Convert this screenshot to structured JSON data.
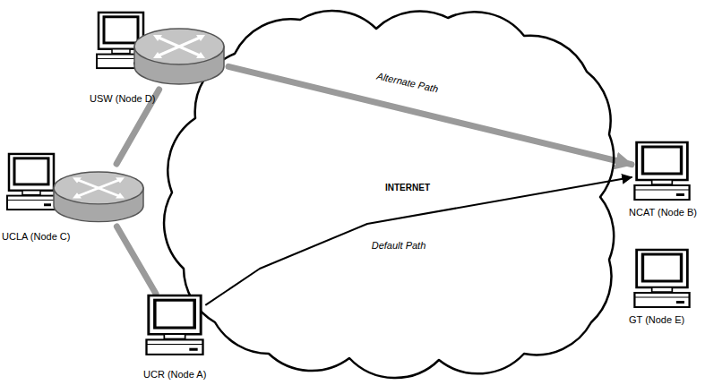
{
  "diagram": {
    "nodes": [
      {
        "text": [
          "USW (Node D)"
        ]
      },
      {
        "text": [
          "UCLA (Node C)"
        ]
      },
      {
        "text": [
          "INTERNET"
        ]
      },
      {
        "text": [
          "NCAT (Node B)"
        ]
      },
      {
        "text": [
          "GT (Node E)"
        ]
      },
      {
        "text": [
          "UCR (Node A)"
        ]
      }
    ],
    "edges": [
      {
        "from": 5,
        "to": 1,
        "arrow": "none"
      },
      {
        "from": 1,
        "to": 0,
        "arrow": "none"
      },
      {
        "from": 0,
        "to": 3,
        "label": "Alternate Path",
        "arrow": "to"
      },
      {
        "from": 5,
        "to": 3,
        "label": "Default Path",
        "arrow": "to"
      }
    ]
  }
}
